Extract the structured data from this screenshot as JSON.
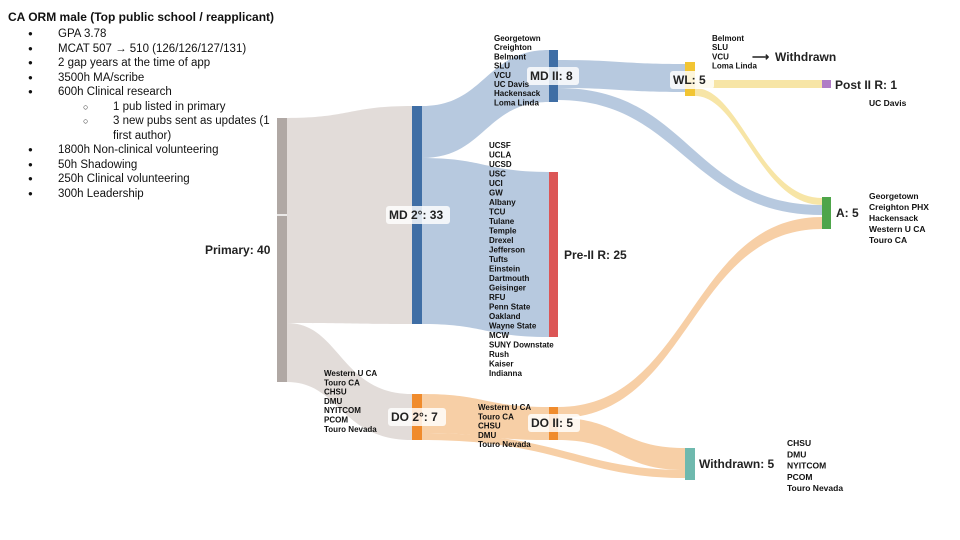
{
  "header": {
    "title": "CA ORM male (Top public school / reapplicant)",
    "stats": [
      "GPA 3.78",
      "MCAT 507 → 510 (126/126/127/131)",
      "2 gap years at the time of app",
      "3500h MA/scribe",
      "600h Clinical research",
      "1 pub listed in primary",
      "3 new pubs sent as updates (1 first author)",
      "1800h Non-clinical volunteering",
      "50h Shadowing",
      "250h Clinical volunteering",
      "300h Leadership"
    ]
  },
  "nodes": {
    "primary": "Primary: 40",
    "md2": "MD 2°: 33",
    "do2": "DO 2°: 7",
    "md_ii": "MD II: 8",
    "pre_ii_r": "Pre-II R: 25",
    "do_ii": "DO II: 5",
    "wl": "WL: 5",
    "post_ii_r": "Post II R: 1",
    "accepted": "A: 5",
    "withdrawn_main": "Withdrawn: 5",
    "withdrawn_wl": "Withdrawn"
  },
  "lists": {
    "md_ii_schools": [
      "Georgetown",
      "Creighton",
      "Belmont",
      "SLU",
      "VCU",
      "UC Davis",
      "Hackensack",
      "Loma Linda"
    ],
    "pre_ii_schools": [
      "UCSF",
      "UCLA",
      "UCSD",
      "USC",
      "UCI",
      "GW",
      "Albany",
      "TCU",
      "Tulane",
      "Temple",
      "Drexel",
      "Jefferson",
      "Tufts",
      "Einstein",
      "Dartmouth",
      "Geisinger",
      "RFU",
      "Penn State",
      "Oakland",
      "Wayne State",
      "MCW",
      "SUNY Downstate",
      "Rush",
      "Kaiser",
      "Indianna"
    ],
    "do2_schools": [
      "Western U CA",
      "Touro CA",
      "CHSU",
      "DMU",
      "NYITCOM",
      "PCOM",
      "Touro Nevada"
    ],
    "do_ii_schools": [
      "Western U CA",
      "Touro CA",
      "CHSU",
      "DMU",
      "Touro Nevada"
    ],
    "wl_withdrawn_schools": [
      "Belmont",
      "SLU",
      "VCU",
      "Loma Linda"
    ],
    "post_ii_r_schools": [
      "UC Davis"
    ],
    "accepted_schools": [
      "Georgetown",
      "Creighton PHX",
      "Hackensack",
      "Western U CA",
      "Touro CA"
    ],
    "withdrawn_schools": [
      "CHSU",
      "DMU",
      "NYITCOM",
      "PCOM",
      "Touro Nevada"
    ]
  },
  "colors": {
    "primary": "#b0a8a4",
    "md_flow": "#b7c9df",
    "md_node": "#3f6ea5",
    "do_flow": "#f7cfa6",
    "do_node": "#f08b2c",
    "wl_node": "#f2c533",
    "wl_flow": "#f7e5a6",
    "post_ii_r": "#b07cc6",
    "accepted": "#4ea54a",
    "withdrawn": "#6fb9ae",
    "pre_ii_r": "#dc5656",
    "primary_flow": "#e2dcd9"
  },
  "symbols": {
    "arrow": "⟶"
  }
}
